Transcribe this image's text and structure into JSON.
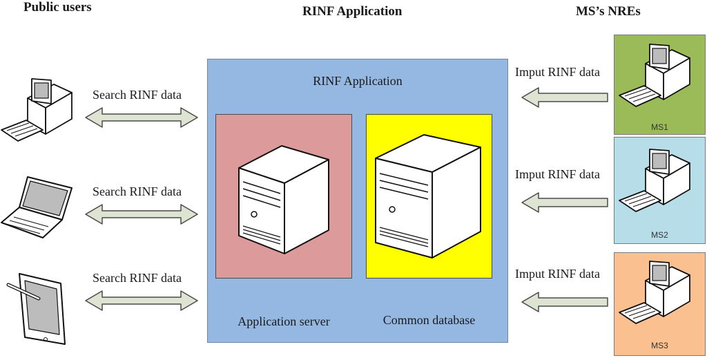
{
  "headings": {
    "public_users": "Public users",
    "rinf_application": "RINF Application",
    "ms_nres": "MS’s NREs"
  },
  "app_box": {
    "title": "RINF Application",
    "server_label": "Application server",
    "database_label": "Common database"
  },
  "public_links": [
    {
      "device": "desktop-computer",
      "label": "Search RINF data"
    },
    {
      "device": "laptop",
      "label": "Search RINF data"
    },
    {
      "device": "tablet",
      "label": "Search RINF data"
    }
  ],
  "ms_nodes": [
    {
      "name": "MS1",
      "input_label": "Imput RINF data",
      "color": "#9bbb59"
    },
    {
      "name": "MS2",
      "input_label": "Imput RINF data",
      "color": "#b7dee8"
    },
    {
      "name": "MS3",
      "input_label": "Imput RINF data",
      "color": "#fac090"
    }
  ],
  "colors": {
    "app_box": "#95b8e2",
    "app_server_box": "#dc9a9a",
    "database_box": "#ffff00",
    "arrow_fill": "#dde5d2"
  }
}
